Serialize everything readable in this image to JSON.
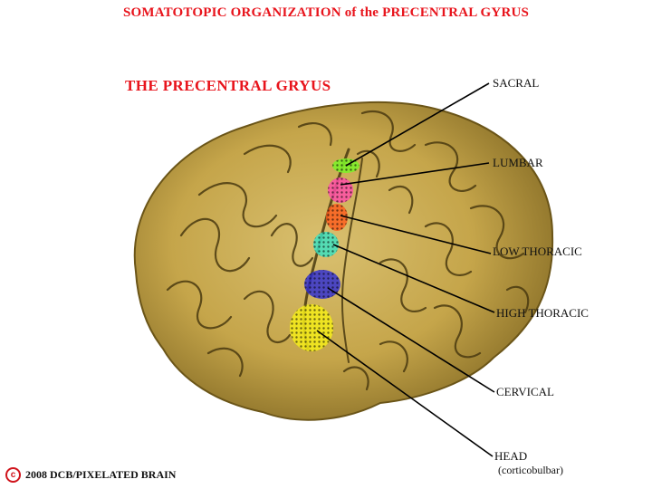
{
  "title": "SOMATOTOPIC ORGANIZATION of the PRECENTRAL GYRUS",
  "subtitle": "THE PRECENTRAL GRYUS",
  "regions": [
    {
      "label": "SACRAL",
      "color": "#7ef02a"
    },
    {
      "label": "LUMBAR",
      "color": "#ff4fa8"
    },
    {
      "label": "LOW THORACIC",
      "color": "#ff5a1a"
    },
    {
      "label": "HIGH THORACIC",
      "color": "#3de0c0"
    },
    {
      "label": "CERVICAL",
      "color": "#2a2ad8"
    },
    {
      "label": "HEAD",
      "sublabel": "(corticobulbar)",
      "color": "#f4ec1a"
    }
  ],
  "footer": {
    "copyright_symbol": "c",
    "text": "2008  DCB/PIXELATED BRAIN"
  }
}
